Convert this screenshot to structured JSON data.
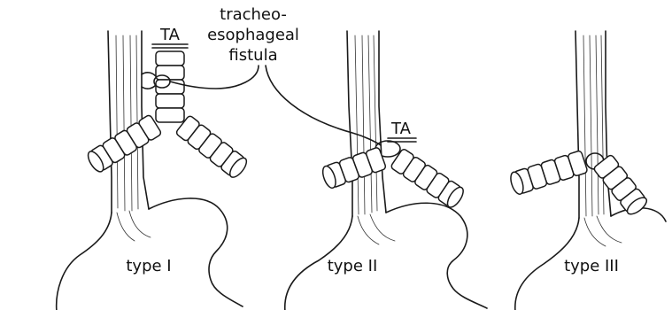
{
  "fistula_label": [
    "tracheo-",
    "esophageal",
    "fistula"
  ],
  "panels": [
    {
      "type_label": "type I",
      "ta_label": "TA"
    },
    {
      "type_label": "type II",
      "ta_label": "TA"
    },
    {
      "type_label": "type III",
      "ta_label": ""
    }
  ]
}
